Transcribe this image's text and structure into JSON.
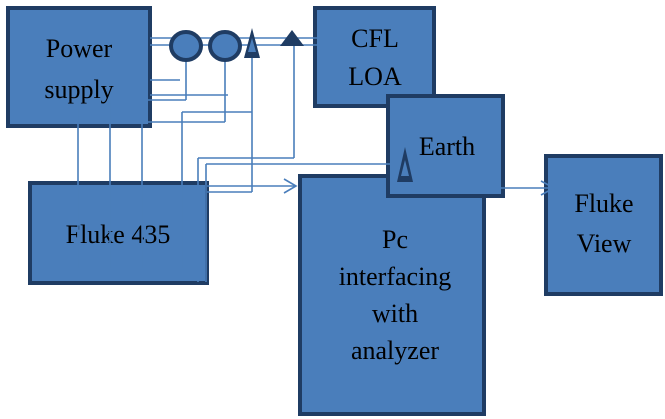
{
  "diagram": {
    "blocks": {
      "power_supply": [
        "Power",
        "supply"
      ],
      "cfl_load": [
        "CFL",
        "LOA"
      ],
      "earth": "Earth",
      "fluke_435": "Fluke 435",
      "pc_interface": [
        "Pc",
        "interfacing",
        "with",
        "analyzer"
      ],
      "fluke_view": [
        "Fluke",
        "View"
      ]
    },
    "colors": {
      "block_fill": "#4a7ebb",
      "block_border": "#1f3c63",
      "wire": "#4a7ebb"
    },
    "symbols": [
      "current-clamp-icon",
      "current-clamp-icon",
      "voltage-probe-icon",
      "voltage-probe-icon",
      "earth-probe-icon"
    ]
  }
}
